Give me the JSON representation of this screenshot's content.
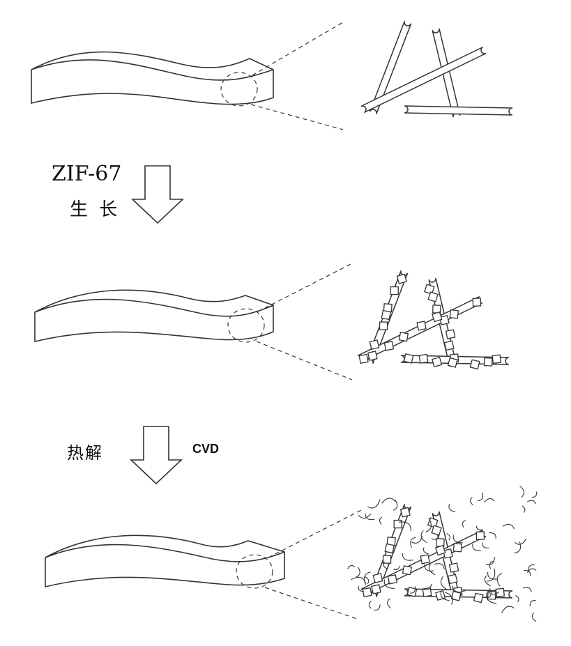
{
  "steps": {
    "step1": {
      "label_line1": "ZIF-67",
      "label_line2": "生 长"
    },
    "step2": {
      "label_left": "热解",
      "label_right": "CVD"
    }
  },
  "stages": [
    "fiber-bundle",
    "zif67-coated-fibers",
    "cnt-grown-fibers"
  ],
  "colors": {
    "line": "#333333",
    "background": "#ffffff"
  }
}
